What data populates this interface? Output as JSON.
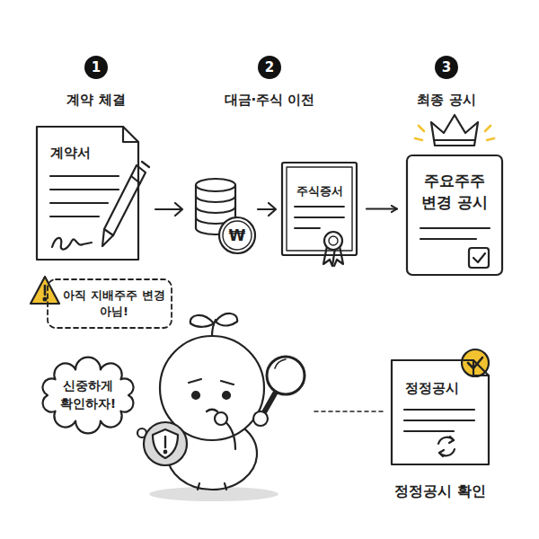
{
  "diagram": {
    "nodes": [
      {
        "text": [
          "계약서"
        ]
      },
      {
        "text": [
          "주식증서"
        ]
      },
      {
        "text": [
          "주요주주 변경 공시"
        ]
      },
      {
        "text": [
          "아직 지배주주 변경 아님!"
        ]
      },
      {
        "text": [
          "신중하게 확인하자!"
        ]
      },
      {
        "text": [
          "정정공시",
          "정정공시 확인"
        ]
      }
    ],
    "edges": [
      {
        "from": 1,
        "to": 2,
        "arrow": "to"
      }
    ],
    "labels": [
      "1",
      "계약 체결",
      "2",
      "대금·주식 이전",
      "3",
      "최종 공시",
      "₩"
    ]
  }
}
